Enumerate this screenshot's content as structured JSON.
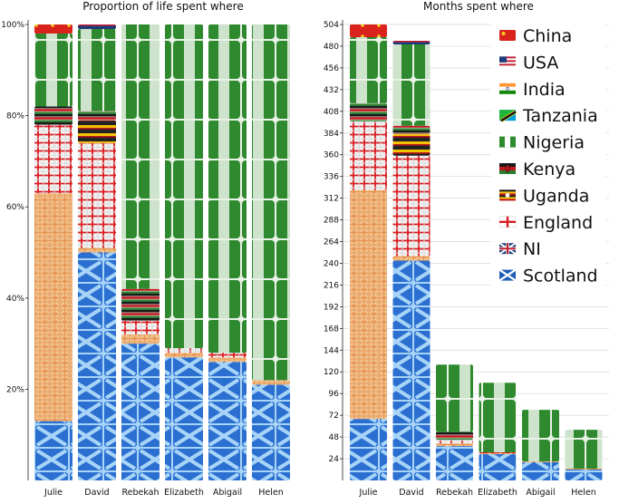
{
  "chart_data": [
    {
      "type": "bar",
      "stacked": true,
      "title": "Proportion of life spent where",
      "categories": [
        "Julie",
        "David",
        "Rebekah",
        "Elizabeth",
        "Abigail",
        "Helen"
      ],
      "ylim": [
        0,
        100
      ],
      "y_ticks": [
        20,
        40,
        60,
        80,
        100
      ],
      "y_tick_labels": [
        "20%",
        "40%",
        "60%",
        "80%",
        "100%"
      ],
      "grid": false,
      "series": [
        {
          "name": "Scotland",
          "values": [
            13,
            50,
            30,
            27,
            26,
            21
          ]
        },
        {
          "name": "NI",
          "values": [
            50,
            1,
            2,
            1,
            1,
            1
          ]
        },
        {
          "name": "England",
          "values": [
            15,
            23,
            3,
            1,
            1,
            0
          ]
        },
        {
          "name": "Uganda",
          "values": [
            0,
            5,
            0,
            0,
            0,
            0
          ]
        },
        {
          "name": "Kenya",
          "values": [
            4,
            2,
            7,
            0,
            0,
            0
          ]
        },
        {
          "name": "Nigeria",
          "values": [
            16,
            18,
            58,
            71,
            72,
            78
          ]
        },
        {
          "name": "China",
          "values": [
            2,
            0,
            0,
            0,
            0,
            0
          ]
        },
        {
          "name": "USA",
          "values": [
            0,
            1,
            0,
            0,
            0,
            0
          ]
        }
      ]
    },
    {
      "type": "bar",
      "stacked": true,
      "title": "Months spent where",
      "categories": [
        "Julie",
        "David",
        "Rebekah",
        "Elizabeth",
        "Abigail",
        "Helen"
      ],
      "ylim": [
        0,
        504
      ],
      "y_ticks": [
        24,
        48,
        72,
        96,
        120,
        144,
        168,
        192,
        216,
        240,
        264,
        288,
        312,
        336,
        360,
        384,
        408,
        432,
        456,
        480,
        504
      ],
      "y_tick_labels": [
        "24",
        "48",
        "72",
        "96",
        "120",
        "144",
        "168",
        "192",
        "216",
        "240",
        "264",
        "288",
        "312",
        "336",
        "360",
        "384",
        "408",
        "432",
        "456",
        "480",
        "504"
      ],
      "grid": true,
      "legend_position": "top-right",
      "series": [
        {
          "name": "Scotland",
          "values": [
            68,
            243,
            38,
            29,
            20,
            12
          ]
        },
        {
          "name": "NI",
          "values": [
            253,
            5,
            3,
            1,
            1,
            1
          ]
        },
        {
          "name": "England",
          "values": [
            76,
            111,
            4,
            1,
            0,
            0
          ]
        },
        {
          "name": "Uganda",
          "values": [
            0,
            24,
            0,
            0,
            0,
            0
          ]
        },
        {
          "name": "Kenya",
          "values": [
            20,
            9,
            9,
            0,
            0,
            0
          ]
        },
        {
          "name": "Nigeria",
          "values": [
            73,
            90,
            74,
            77,
            57,
            43
          ]
        },
        {
          "name": "China",
          "values": [
            14,
            0,
            0,
            0,
            0,
            0
          ]
        },
        {
          "name": "USA",
          "values": [
            0,
            4,
            0,
            0,
            0,
            0
          ]
        }
      ]
    }
  ],
  "legend": {
    "items": [
      "China",
      "USA",
      "India",
      "Tanzania",
      "Nigeria",
      "Kenya",
      "Uganda",
      "England",
      "NI",
      "Scotland"
    ]
  },
  "colors": {
    "Scotland": "#2b6fd1",
    "Scotland_light": "#a7d4f7",
    "NI": "#e8944f",
    "NI_light": "#f4d3a6",
    "England": "#d91c22",
    "England_light": "#f3f3f3",
    "Uganda": "#f2c200",
    "Kenya": "#1a1a1a",
    "Kenya_red": "#c3161c",
    "Kenya_green": "#2e7d32",
    "Nigeria": "#2f8a2f",
    "Nigeria_light": "#e9f2e6",
    "China": "#d9231c",
    "China_star": "#f4d21f",
    "USA": "#1d3d7a",
    "India": "#ff9933",
    "India_green": "#138808",
    "Tanzania": "#1eb53a",
    "Tanzania_blue": "#00a3dd"
  }
}
